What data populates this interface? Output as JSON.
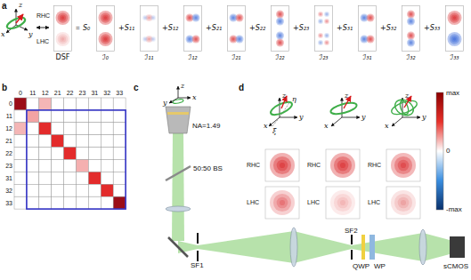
{
  "diagram": {
    "nodes": [
      {
        "text": [
          "DSF"
        ]
      },
      {
        "text": [
          "ℐ₀"
        ]
      },
      {
        "text": [
          "ℐ₁₁"
        ]
      },
      {
        "text": [
          "ℐ₁₂"
        ]
      },
      {
        "text": [
          "ℐ₂₁"
        ]
      },
      {
        "text": [
          "ℐ₂₂"
        ]
      },
      {
        "text": [
          "ℐ₂₃"
        ]
      },
      {
        "text": [
          "ℐ₃₁"
        ]
      },
      {
        "text": [
          "ℐ₃₂"
        ]
      },
      {
        "text": [
          "ℐ₃₃"
        ]
      }
    ],
    "labels": [
      "a",
      "z",
      "x",
      "y",
      "RHC",
      "LHC",
      "=",
      "S₀",
      "+S₁₁",
      "+S₁₂",
      "+S₂₁",
      "+S₂₂",
      "+S₂₃",
      "+S₃₁",
      "+S₃₂",
      "+S₃₃",
      "b",
      "0",
      "11",
      "12",
      "21",
      "22",
      "23",
      "31",
      "32",
      "33",
      "0",
      "11",
      "12",
      "21",
      "22",
      "23",
      "31",
      "32",
      "33",
      "c",
      "z",
      "x",
      "y",
      "NA=1.49",
      "50:50 BS",
      "SF1",
      "SF2",
      "QWP",
      "WP",
      "sCMOS",
      "d",
      "z",
      "η",
      "y",
      "x",
      "ξ",
      "z",
      "x",
      "y",
      "z",
      "y",
      "x",
      "RHC",
      "LHC",
      "RHC",
      "LHC",
      "RHC",
      "LHC",
      "max",
      "0",
      "-max"
    ]
  }
}
